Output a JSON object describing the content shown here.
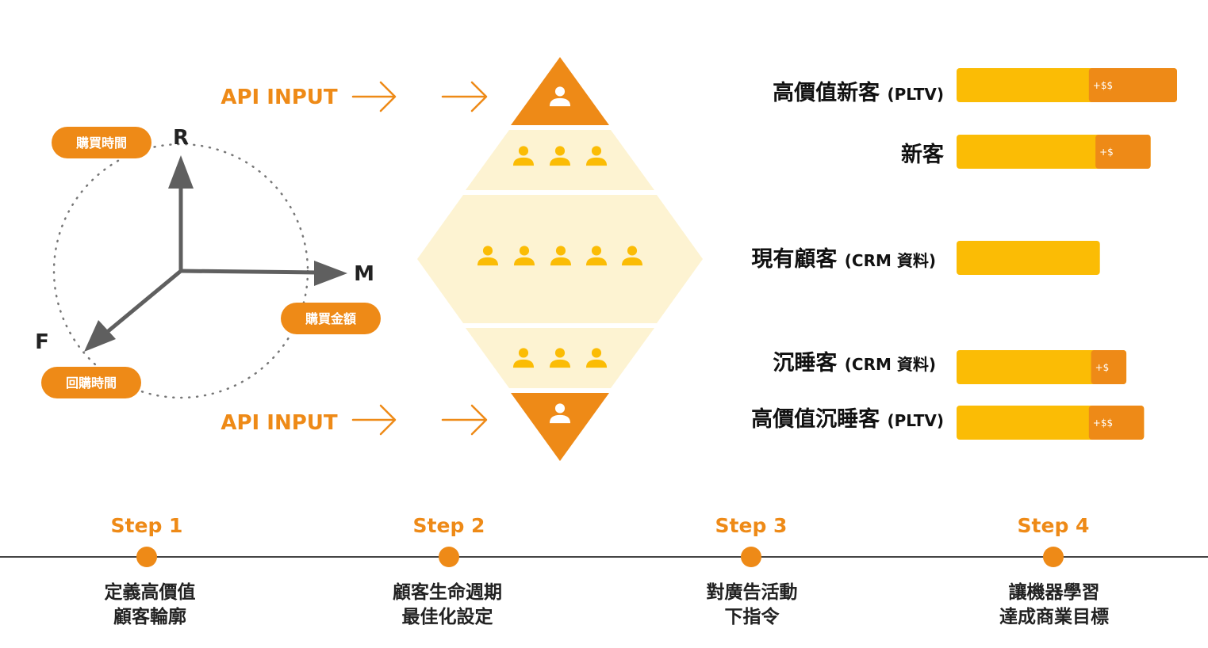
{
  "rfm": {
    "axis_r": "R",
    "axis_m": "M",
    "axis_f": "F",
    "pill_r": "購買時間",
    "pill_m": "購買金額",
    "pill_f": "回購時間"
  },
  "api_inputs": {
    "top": "API INPUT",
    "bottom": "API INPUT"
  },
  "segments": [
    {
      "label": "高價值新客",
      "sub": "(PLTV)",
      "tag": "+$$",
      "bar_value": 1.0,
      "extra_value": 0.4
    },
    {
      "label": "新客",
      "sub": "",
      "tag": "+$",
      "bar_value": 0.88,
      "extra_value": 0.25
    },
    {
      "label": "現有顧客",
      "sub": "(CRM 資料)",
      "tag": "",
      "bar_value": 0.65,
      "extra_value": 0
    },
    {
      "label": "沉睡客",
      "sub": "(CRM 資料)",
      "tag": "+$",
      "bar_value": 0.77,
      "extra_value": 0.16
    },
    {
      "label": "高價值沉睡客",
      "sub": "(PLTV)",
      "tag": "+$$",
      "bar_value": 0.85,
      "extra_value": 0.25
    }
  ],
  "steps": [
    {
      "title": "Step 1",
      "line1": "定義高價值",
      "line2": "顧客輪廓"
    },
    {
      "title": "Step 2",
      "line1": "顧客生命週期",
      "line2": "最佳化設定"
    },
    {
      "title": "Step 3",
      "line1": "對廣告活動",
      "line2": "下指令"
    },
    {
      "title": "Step 4",
      "line1": "讓機器學習",
      "line2": "達成商業目標"
    }
  ],
  "colors": {
    "orange": "#ee8a17",
    "yellow": "#fbbc05",
    "cream": "#fdf3d2",
    "axis": "#5f5f5f"
  },
  "icons": {
    "person": "person-icon",
    "arrow": "arrow-right-icon"
  }
}
